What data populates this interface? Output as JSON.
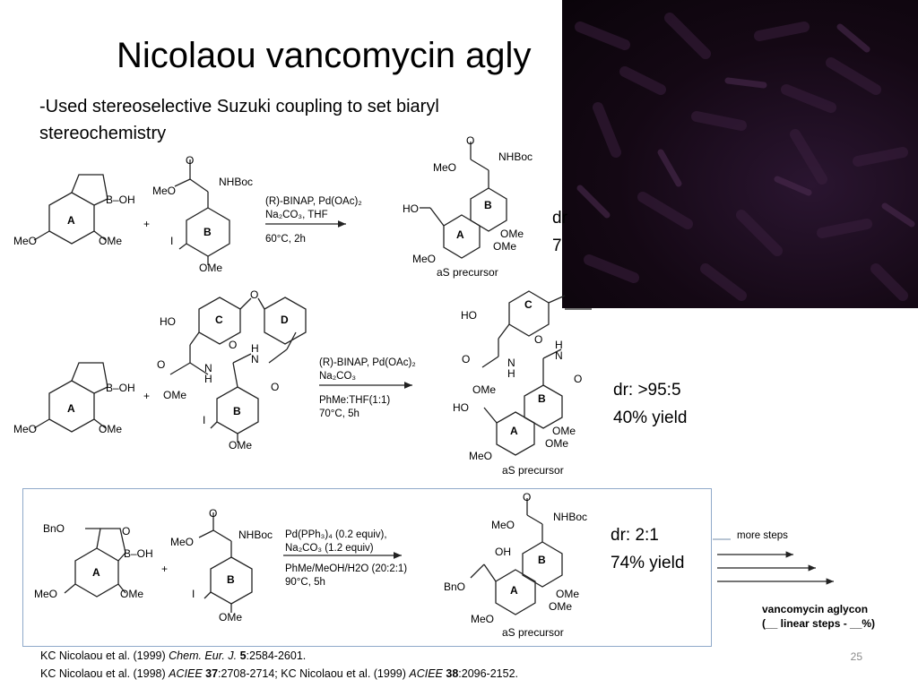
{
  "slide": {
    "title": "Nicolaou vancomycin agly",
    "bullet": "-Used stereoselective Suzuki coupling to set biaryl stereochemistry",
    "page_number": "25"
  },
  "scheme1": {
    "cond1": "(R)-BINAP, Pd(OAc)₂",
    "cond2": "Na₂CO₃, THF",
    "cond3": "60°C, 2h",
    "product_label": "aS precursor",
    "result_dr": "dr",
    "result_yield": "7"
  },
  "scheme2": {
    "cond1": "(R)-BINAP, Pd(OAc)₂",
    "cond2": "Na₂CO₃",
    "cond3": "PhMe:THF(1:1)",
    "cond4": "70°C, 5h",
    "product_label": "aS precursor",
    "result_dr": "dr: >95:5",
    "result_yield": "40% yield"
  },
  "scheme3": {
    "cond1": "Pd(PPh₃)₄ (0.2 equiv),",
    "cond2": "Na₂CO₃ (1.2 equiv)",
    "cond3": "PhMe/MeOH/H2O (20:2:1)",
    "cond4": "90°C, 5h",
    "product_label": "aS precursor",
    "result_dr": "dr: 2:1",
    "result_yield": "74% yield",
    "more_steps": "more steps",
    "target_line1": "vancomycin aglycon",
    "target_line2": "(__ linear steps - __%)"
  },
  "labels": {
    "boh": "B–OH",
    "meo": "MeO",
    "ome": "OMe",
    "nhboc": "NHBoc",
    "ho": "HO",
    "i": "I",
    "ring_a": "A",
    "ring_b": "B",
    "ring_c": "C",
    "ring_d": "D",
    "bno": "BnO",
    "oh": "OH",
    "o": "O",
    "h": "H",
    "n": "N",
    "plus": "+"
  },
  "references": [
    {
      "text": "KC Nicolaou et al. (1999) Chem. Eur. J. 5:2584-2601."
    },
    {
      "text": "KC Nicolaou et al. (1998) ACIEE 37:2708-2714; KC Nicolaou et al. (1999) ACIEE 38:2096-2152."
    }
  ],
  "colors": {
    "box_border": "#8fa9c9",
    "photo_dark": "#140814"
  }
}
